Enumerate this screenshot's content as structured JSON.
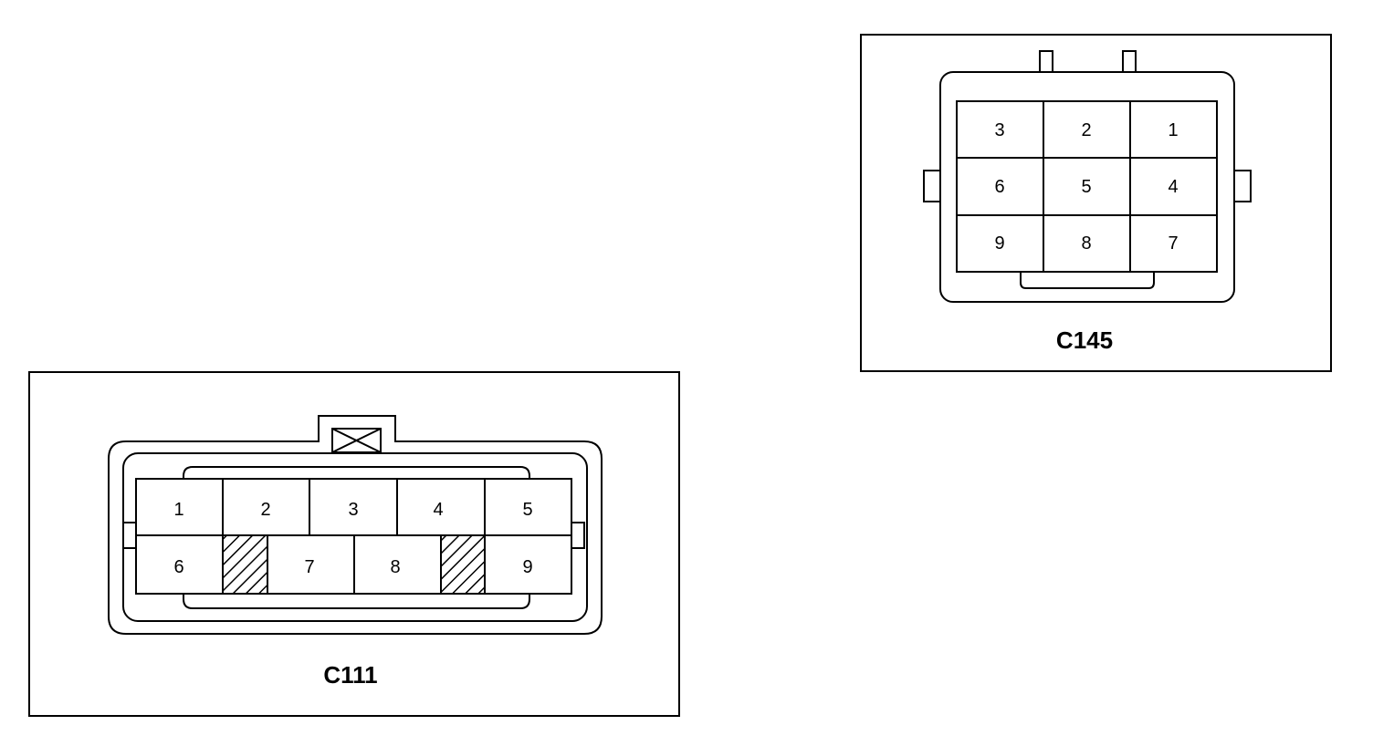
{
  "connectors": [
    {
      "id": "c145",
      "label": "C145",
      "rows": [
        [
          "3",
          "2",
          "1"
        ],
        [
          "6",
          "5",
          "4"
        ],
        [
          "9",
          "8",
          "7"
        ]
      ]
    },
    {
      "id": "c111",
      "label": "C111",
      "top_row": [
        "1",
        "2",
        "3",
        "4",
        "5"
      ],
      "bottom_row": [
        "6",
        "7",
        "8",
        "9"
      ]
    }
  ],
  "colors": {
    "line": "#000000",
    "background": "#ffffff"
  }
}
